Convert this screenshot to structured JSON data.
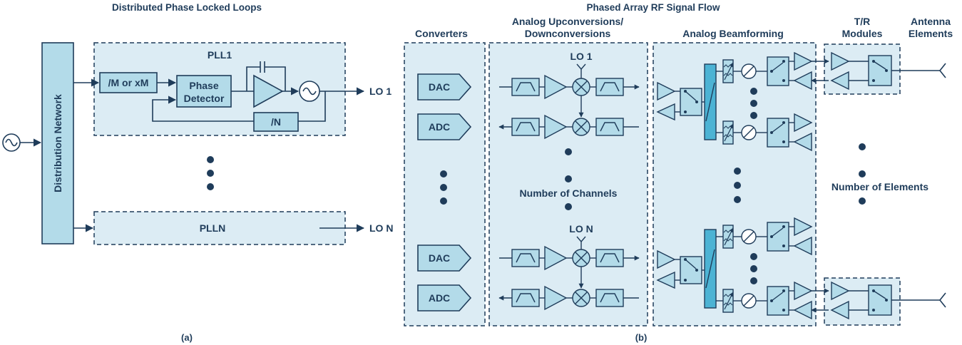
{
  "part_a": {
    "title": "Distributed Phase Locked Loops",
    "distribution_network": "Distribution Network",
    "pll1_label": "PLL1",
    "divider_m": "/M or xM",
    "phase_detector_line1": "Phase",
    "phase_detector_line2": "Detector",
    "divider_n": "/N",
    "lo1_out": "LO 1",
    "plln_label": "PLLN",
    "lon_out": "LO N",
    "caption": "(a)"
  },
  "part_b": {
    "title": "Phased Array RF Signal Flow",
    "col_converters": "Converters",
    "col_updown_line1": "Analog Upconversions/",
    "col_updown_line2": "Downconversions",
    "col_beamforming": "Analog Beamforming",
    "col_tr_line1": "T/R",
    "col_tr_line2": "Modules",
    "col_antenna_line1": "Antenna",
    "col_antenna_line2": "Elements",
    "dac": "DAC",
    "adc": "ADC",
    "lo1": "LO 1",
    "lon": "LO N",
    "num_channels": "Number of Channels",
    "num_elements": "Number of Elements",
    "caption": "(b)"
  },
  "colors": {
    "box_fill": "#dcecf4",
    "block_fill": "#b3dbe9",
    "stroke": "#1f3c5a",
    "combiner_fill": "#4cb3d4",
    "text": "#1f3c5a",
    "background": "#ffffff"
  }
}
